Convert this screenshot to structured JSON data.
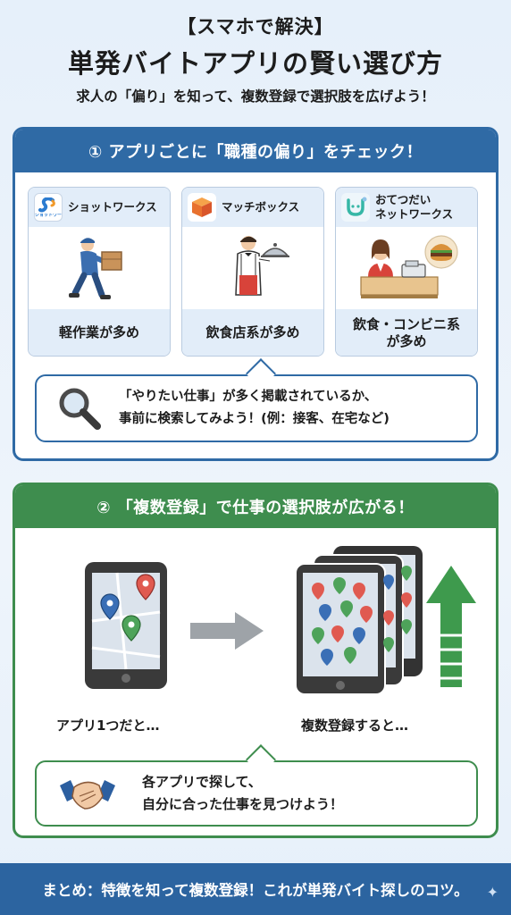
{
  "header": {
    "tagline": "【スマホで解決】",
    "title": "単発バイトアプリの賢い選び方",
    "subtitle": "求人の「偏り」を知って、複数登録で選択肢を広げよう！"
  },
  "section1": {
    "heading": "① アプリごとに「職種の偏り」をチェック！",
    "cards": [
      {
        "app": "ショットワークス",
        "logo_text": "ショットワークス",
        "feature": "軽作業が多め"
      },
      {
        "app": "マッチボックス",
        "feature": "飲食店系が多め"
      },
      {
        "app_line1": "おてつだい",
        "app_line2": "ネットワークス",
        "feature_line1": "飲食・コンビニ系",
        "feature_line2": "が多め"
      }
    ],
    "tip_line1": "「やりたい仕事」が多く掲載されているか、",
    "tip_line2": "事前に検索してみよう！(例：接客、在宅など)"
  },
  "section2": {
    "heading": "② 「複数登録」で仕事の選択肢が広がる！",
    "single_caption": "アプリ1つだと…",
    "multi_caption": "複数登録すると…",
    "tip_line1": "各アプリで探して、",
    "tip_line2": "自分に合った仕事を見つけよう！"
  },
  "footer": {
    "summary": "まとめ：特徴を知って複数登録！これが単発バイト探しのコツ。"
  },
  "colors": {
    "section1": "#2f6aa5",
    "section2": "#3e8d4e",
    "pin_red": "#e05a50",
    "pin_blue": "#3a6fb6",
    "pin_green": "#4ea35a"
  }
}
